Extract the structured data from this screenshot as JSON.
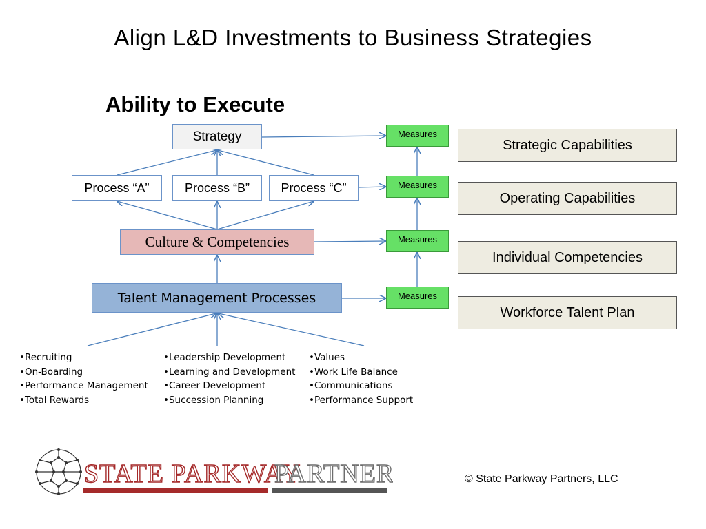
{
  "title": "Align L&D Investments to Business Strategies",
  "subtitle": "Ability to Execute",
  "diagram": {
    "strategy": "Strategy",
    "processes": [
      "Process “A”",
      "Process “B”",
      "Process “C”"
    ],
    "culture": "Culture & Competencies",
    "talent": "Talent Management Processes",
    "measures": [
      "Measures",
      "Measures",
      "Measures",
      "Measures"
    ],
    "capabilities": [
      "Strategic Capabilities",
      "Operating Capabilities",
      "Individual Competencies",
      "Workforce Talent Plan"
    ]
  },
  "bullet_columns": [
    [
      "Recruiting",
      "On-Boarding",
      "Performance Management",
      "Total Rewards"
    ],
    [
      "Leadership Development",
      "Learning and Development",
      "Career Development",
      "Succession Planning"
    ],
    [
      "Values",
      "Work Life Balance",
      "Communications",
      "Performance Support"
    ]
  ],
  "logo": {
    "text_primary": "STATE PARKWAY",
    "text_secondary": "PARTNERS",
    "primary_color": "#a52a2a",
    "secondary_color": "#6d6d6d"
  },
  "copyright": "© State Parkway Partners, LLC",
  "colors": {
    "arrow": "#4a7ebb",
    "measure_fill": "#66e066",
    "culture_fill": "#e6b8b7",
    "talent_fill": "#95b3d7",
    "capability_fill": "#eeece1"
  }
}
